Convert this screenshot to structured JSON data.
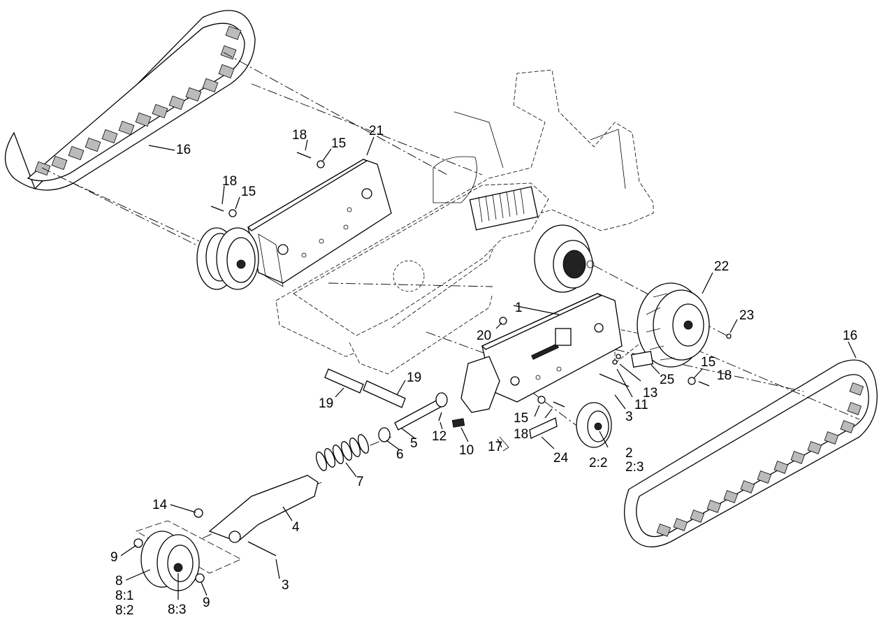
{
  "labels": {
    "l1": "1",
    "l2": "2",
    "l2_2": "2:2",
    "l2_3": "2:3",
    "l3a": "3",
    "l3b": "3",
    "l4": "4",
    "l5": "5",
    "l6": "6",
    "l7": "7",
    "l8": "8",
    "l8_1": "8:1",
    "l8_2": "8:2",
    "l8_3": "8:3",
    "l9a": "9",
    "l9b": "9",
    "l10": "10",
    "l11": "11",
    "l12": "12",
    "l13": "13",
    "l14": "14",
    "l15a": "15",
    "l15b": "15",
    "l15c": "15",
    "l15d": "15",
    "l16a": "16",
    "l16b": "16",
    "l17": "17",
    "l18a": "18",
    "l18b": "18",
    "l18c": "18",
    "l18d": "18",
    "l19a": "19",
    "l19b": "19",
    "l20": "20",
    "l21": "21",
    "l22": "22",
    "l23": "23",
    "l24": "24",
    "l25": "25"
  }
}
